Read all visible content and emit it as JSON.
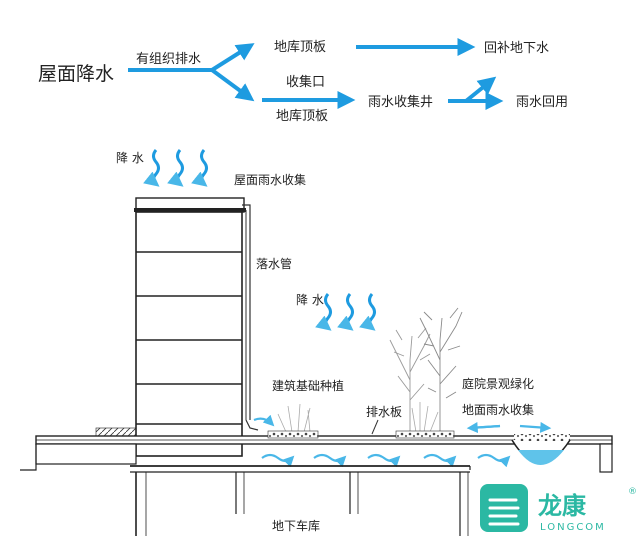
{
  "flow": {
    "source": "屋面降水",
    "organized_drainage": "有组织排水",
    "roof_garage_top": "地库顶板",
    "recharge": "回补地下水",
    "collection_port": "收集口",
    "roof_garage_bottom": "地库顶板",
    "rain_well": "雨水收集井",
    "reuse": "雨水回用"
  },
  "section": {
    "rain_top_label": "降 水",
    "roof_collection": "屋面雨水收集",
    "downpipe": "落水管",
    "rain_mid_label": "降 水",
    "foundation_planting": "建筑基础种植",
    "drain_board": "排水板",
    "courtyard_green": "庭院景观绿化",
    "ground_collection": "地面雨水收集",
    "garage": "地下车库"
  },
  "brand": {
    "name_cn": "龙康",
    "name_en": "LONGCOM",
    "registered": "®"
  },
  "colors": {
    "arrow": "#1e9be0",
    "water": "#5fc3ea",
    "slab": "#2a2a2a",
    "logo": "#2bb8a3"
  },
  "icons": [
    "rain-arrow-icon",
    "wave-arrow-icon",
    "flow-arrow-icon",
    "tree-icon",
    "shrub-icon",
    "logo-icon"
  ]
}
